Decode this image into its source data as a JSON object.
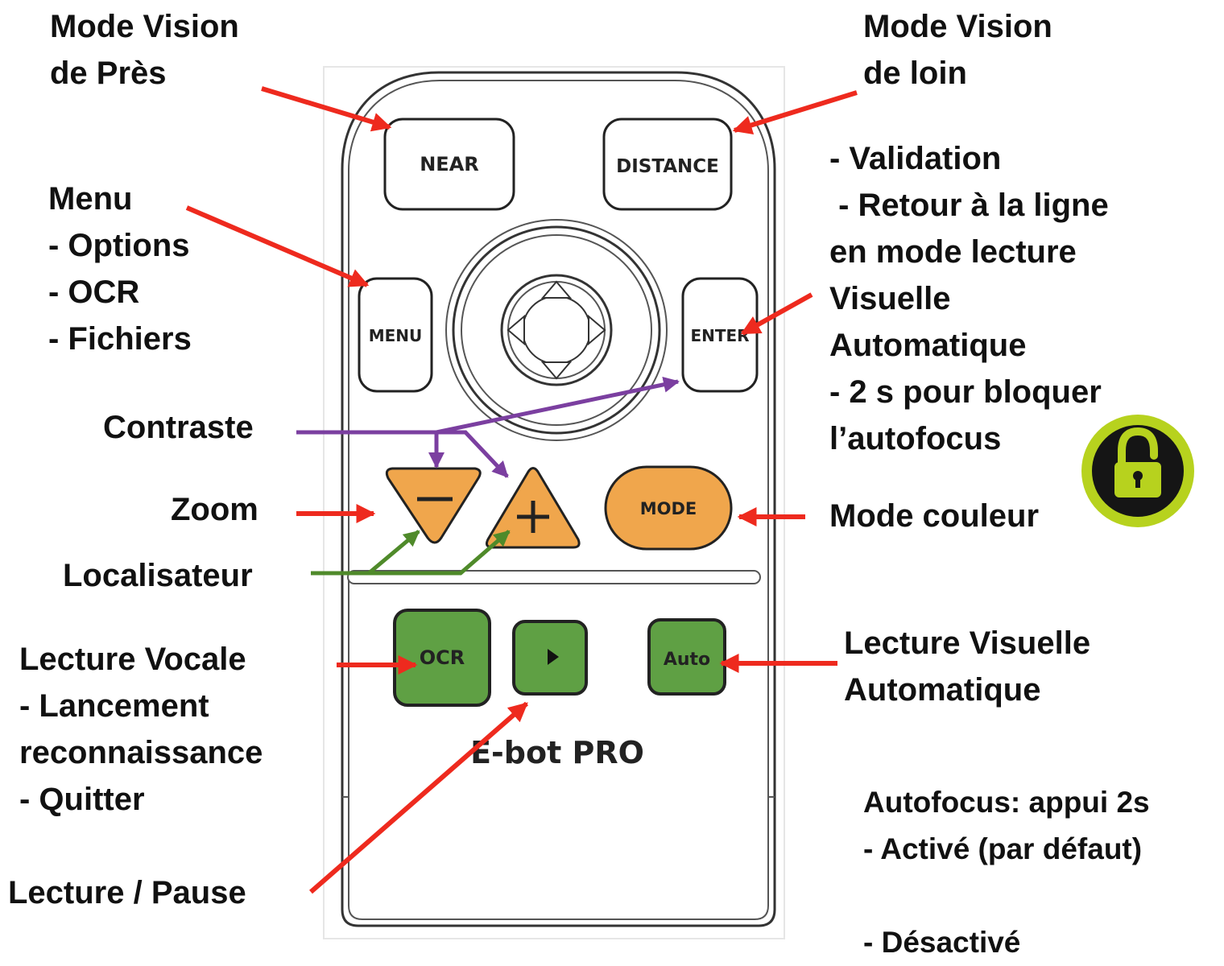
{
  "remote": {
    "buttons": {
      "near": "NEAR",
      "distance": "DISTANCE",
      "menu": "MENU",
      "enter": "ENTER",
      "mode": "MODE",
      "ocr": "OCR",
      "auto": "Auto"
    },
    "brand": "E-bot PRO"
  },
  "labels": {
    "near_mode": [
      "Mode Vision",
      "de Près"
    ],
    "distance_mode": [
      "Mode Vision",
      "de loin"
    ],
    "menu": [
      "Menu",
      "-  Options",
      "-  OCR",
      "-  Fichiers"
    ],
    "enter": [
      "- Validation",
      " - Retour à la ligne",
      "en mode lecture",
      "Visuelle",
      "Automatique",
      "- 2 s pour bloquer",
      "l’autofocus"
    ],
    "contrast": "Contraste",
    "zoom": "Zoom",
    "color_mode": "Mode couleur",
    "locator": "Localisateur",
    "ocr": [
      "Lecture Vocale",
      "- Lancement",
      "reconnaissance",
      "- Quitter"
    ],
    "auto_read": [
      "Lecture Visuelle",
      "Automatique"
    ],
    "play_pause": "Lecture / Pause",
    "autofocus": [
      "Autofocus: appui 2s",
      "- Activé (par défaut)",
      "",
      "- Désactivé"
    ]
  },
  "colors": {
    "arrow_red": "#ee2a1e",
    "arrow_purple": "#7b3fa0",
    "arrow_green": "#4f8a2a",
    "button_orange": "#f0a64c",
    "button_green": "#5fa044",
    "lock_green": "#b7d21e"
  },
  "icons": [
    "dpad-icon",
    "play-icon",
    "lock-icon"
  ]
}
